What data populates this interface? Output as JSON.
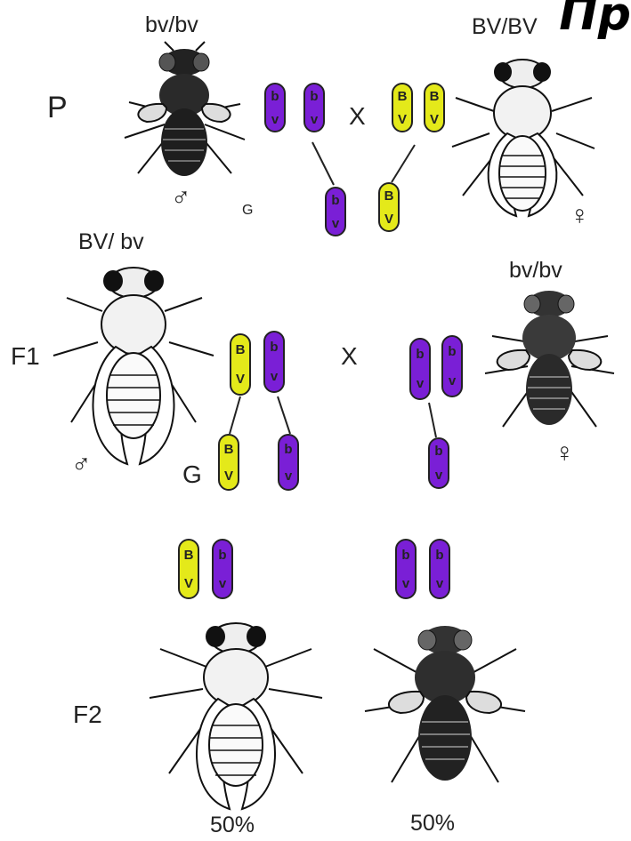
{
  "corner_text": "Пр",
  "generations": {
    "P": "P",
    "F1": "F1",
    "F2": "F2"
  },
  "gametes": {
    "g1": "G",
    "g2": "G"
  },
  "cross_symbol": "X",
  "genotypes": {
    "p_male": "bv/bv",
    "p_female": "BV/BV",
    "f1_male": "BV/ bv",
    "f1_female": "bv/bv"
  },
  "sex": {
    "male": "♂",
    "female": "♀"
  },
  "alleles": {
    "b": "b",
    "v": "v",
    "B": "B",
    "V": "V"
  },
  "percentages": {
    "left": "50%",
    "right": "50%"
  },
  "colors": {
    "dominant": "#e4e91a",
    "recessive": "#7a1fd6"
  }
}
